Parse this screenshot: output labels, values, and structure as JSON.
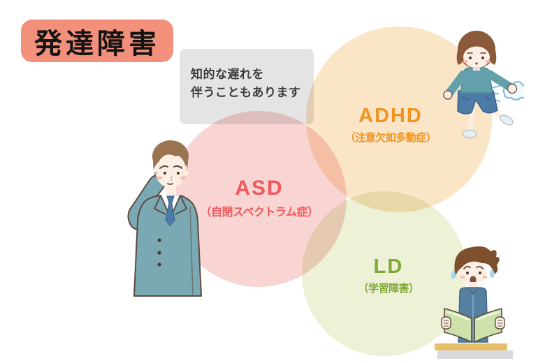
{
  "title": {
    "text": "発達障害",
    "bg_color": "#f3907c",
    "text_color": "#141414"
  },
  "note": {
    "lines": [
      "知的な遅れを",
      "伴うこともあります"
    ],
    "bg_color": "#e4e4e4",
    "text_color": "#3b3b3b"
  },
  "venn": {
    "asd": {
      "abbr": "ASD",
      "name": "（自閉スペクトラム症）",
      "label_color": "#f0595c",
      "circle_color": "#f8d5d3"
    },
    "adhd": {
      "abbr": "ADHD",
      "name": "（注意欠如多動症）",
      "label_color": "#f0931f",
      "circle_color": "#fbe5c7"
    },
    "ld": {
      "abbr": "LD",
      "name": "（学習障害）",
      "label_color": "#7fa933",
      "circle_color": "#edf1d6"
    }
  },
  "illustrations": {
    "man": "worried-man-in-suit-scratching-head",
    "boy_kicking": "boy-kicking-leg-with-breeze-puff",
    "boy_reading": "worried-boy-holding-open-book-at-desk"
  },
  "colors": {
    "background": "#ffffff",
    "outline": "#5d4a40",
    "skin": "#fdeee3"
  }
}
